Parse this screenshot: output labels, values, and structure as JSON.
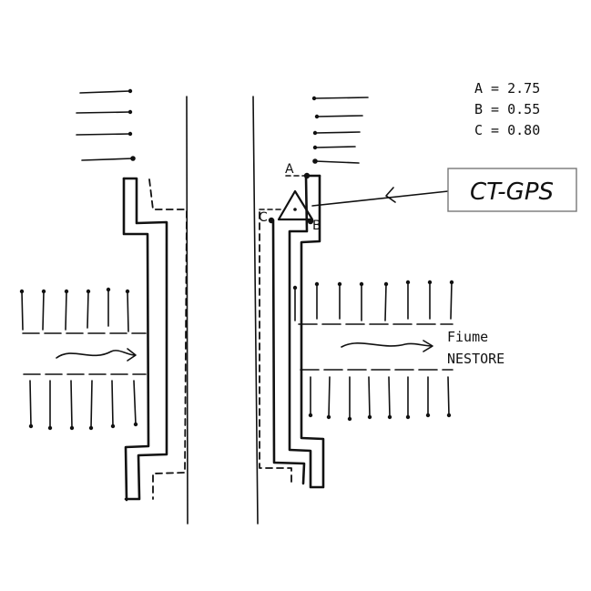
{
  "legend": {
    "lines": [
      {
        "key": "A",
        "value": "2.75"
      },
      {
        "key": "B",
        "value": "0.55"
      },
      {
        "key": "C",
        "value": "0.80"
      }
    ]
  },
  "points": {
    "a": "A",
    "b": "B",
    "c": "C"
  },
  "callout": {
    "label": "CT-GPS"
  },
  "river": {
    "line1": "Fiume",
    "line2": "NESTORE"
  }
}
